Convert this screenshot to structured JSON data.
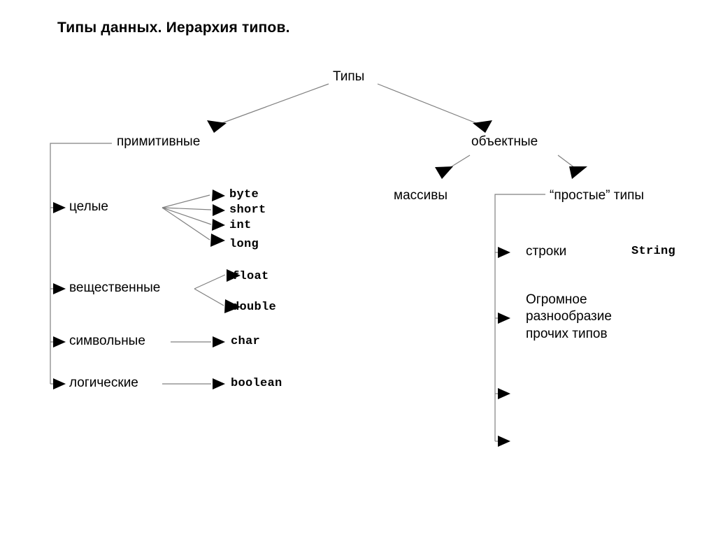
{
  "page": {
    "title": "Типы данных. Иерархия типов.",
    "background_color": "#ffffff",
    "text_color": "#000000",
    "line_color": "#808080",
    "arrowhead_color": "#000000"
  },
  "diagram": {
    "type": "tree",
    "root": {
      "label": "Типы"
    },
    "branches": {
      "primitive": {
        "label": "примитивные"
      },
      "object": {
        "label": "объектные"
      }
    },
    "primitive_groups": [
      {
        "label": "целые",
        "types": [
          "byte",
          "short",
          "int",
          "long"
        ]
      },
      {
        "label": "вещественные",
        "types": [
          "float",
          "double"
        ]
      },
      {
        "label": "символьные",
        "types": [
          "char"
        ]
      },
      {
        "label": "логические",
        "types": [
          "boolean"
        ]
      }
    ],
    "object_groups": [
      {
        "label": "массивы",
        "types": []
      },
      {
        "label": "“простые” типы",
        "types": []
      }
    ],
    "simple_type_items": [
      {
        "label": "строки",
        "type": "String"
      },
      {
        "label": "Огромное разнообразие прочих типов",
        "type": ""
      },
      {
        "label": "",
        "type": ""
      },
      {
        "label": "",
        "type": ""
      }
    ],
    "leaf_types": {
      "byte": "byte",
      "short": "short",
      "int": "int",
      "long": "long",
      "float": "float",
      "double": "double",
      "char": "char",
      "boolean": "boolean",
      "string": "String"
    }
  }
}
